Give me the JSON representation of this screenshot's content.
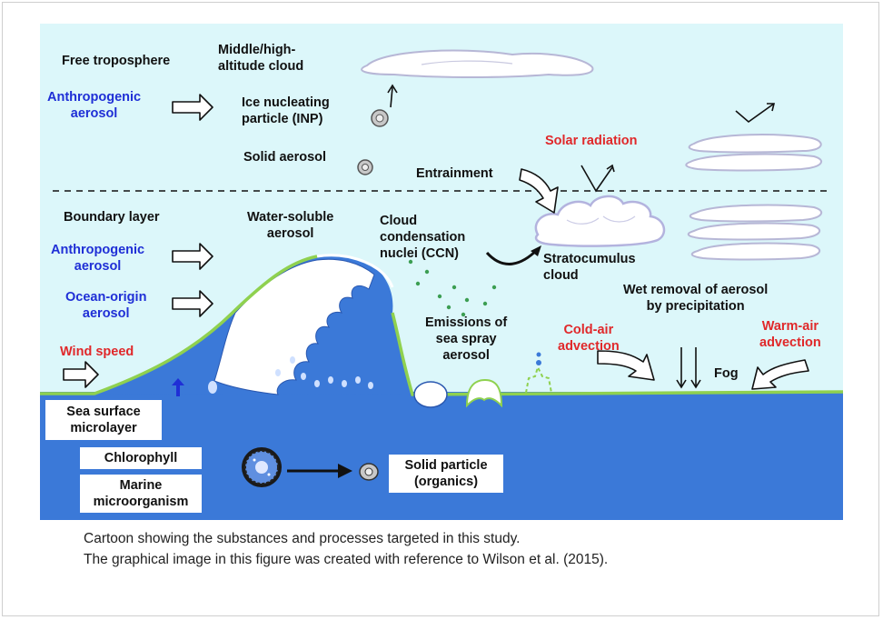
{
  "labels": {
    "free_troposphere": "Free troposphere",
    "anthro_aerosol_top": "Anthropogenic\naerosol",
    "middle_high_cloud": "Middle/high-\naltitude cloud",
    "ice_nucleating": "Ice nucleating\nparticle (INP)",
    "solid_aerosol": "Solid aerosol",
    "entrainment": "Entrainment",
    "solar_radiation": "Solar radiation",
    "boundary_layer": "Boundary layer",
    "water_soluble": "Water-soluble\naerosol",
    "ccn": "Cloud\ncondensation\nnuclei (CCN)",
    "stratocumulus": "Stratocumulus\ncloud",
    "anthro_aerosol_bl": "Anthropogenic\naerosol",
    "ocean_origin": "Ocean-origin\naerosol",
    "wet_removal": "Wet removal of aerosol\nby precipitation",
    "emissions_sea_spray": "Emissions of\nsea spray\naerosol",
    "cold_air": "Cold-air\nadvection",
    "warm_air": "Warm-air\nadvection",
    "wind_speed": "Wind speed",
    "fog": "Fog"
  },
  "boxes": {
    "sea_surface_microlayer": "Sea surface\nmicrolayer",
    "chlorophyll": "Chlorophyll",
    "marine_microorganism": "Marine\nmicroorganism",
    "solid_particle": "Solid particle\n(organics)"
  },
  "caption": {
    "line1": "Cartoon showing the substances and processes targeted in this study.",
    "line2": "The graphical image in this figure was created with reference to Wilson et al. (2015)."
  },
  "colors": {
    "sky": "#dcf7fa",
    "sea": "#3b79d8",
    "microlayer": "#8fd14f",
    "blue_text": "#1f2fd6",
    "red_text": "#e0282a"
  }
}
